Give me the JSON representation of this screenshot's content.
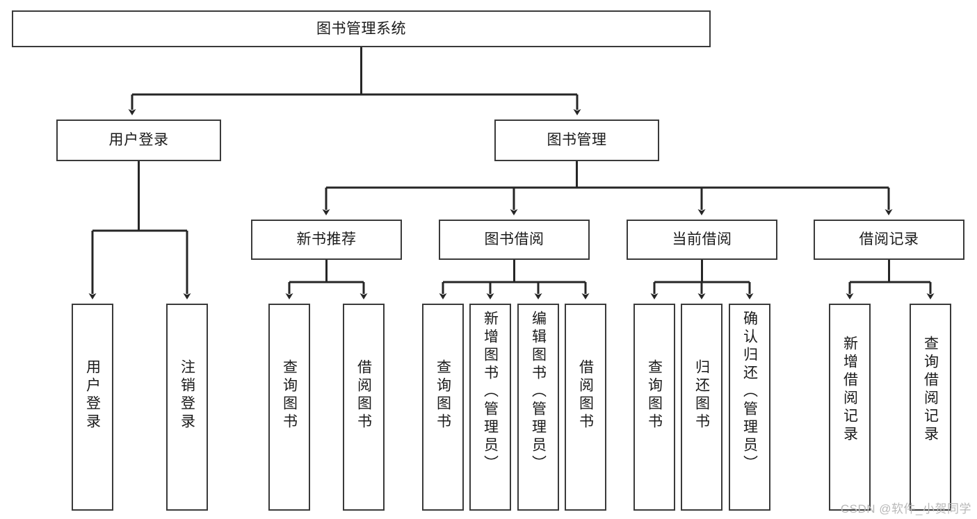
{
  "diagram": {
    "type": "tree-hierarchy-flowchart",
    "title": "图书管理系统",
    "orientation": "top-down",
    "box_fill": "#ffffff",
    "box_stroke": "#3a3a3a",
    "connector_stroke": "#262626",
    "background": "#ffffff"
  },
  "nodes": {
    "root": {
      "label": "图书管理系统",
      "level": 1,
      "text_direction": "horizontal"
    },
    "level2": [
      {
        "id": "user-login",
        "label": "用户登录",
        "text_direction": "horizontal"
      },
      {
        "id": "book-manage",
        "label": "图书管理",
        "text_direction": "horizontal"
      }
    ],
    "level3": [
      {
        "id": "new-book-recommend",
        "label": "新书推荐",
        "parent": "book-manage",
        "text_direction": "horizontal"
      },
      {
        "id": "book-borrow",
        "label": "图书借阅",
        "parent": "book-manage",
        "text_direction": "horizontal"
      },
      {
        "id": "current-borrow",
        "label": "当前借阅",
        "parent": "book-manage",
        "text_direction": "horizontal"
      },
      {
        "id": "borrow-record",
        "label": "借阅记录",
        "parent": "book-manage",
        "text_direction": "horizontal"
      }
    ],
    "leaves": [
      {
        "id": "leaf-user-login",
        "label": "用户登录",
        "parent": "user-login",
        "text_direction": "vertical"
      },
      {
        "id": "leaf-logout-login",
        "label": "注销登录",
        "parent": "user-login",
        "text_direction": "vertical"
      },
      {
        "id": "leaf-query-book-1",
        "label": "查询图书",
        "parent": "new-book-recommend",
        "text_direction": "vertical"
      },
      {
        "id": "leaf-borrow-book-1",
        "label": "借阅图书",
        "parent": "new-book-recommend",
        "text_direction": "vertical"
      },
      {
        "id": "leaf-query-book-2",
        "label": "查询图书",
        "parent": "book-borrow",
        "text_direction": "vertical"
      },
      {
        "id": "leaf-add-book",
        "label": "新增图书（管理员）",
        "parent": "book-borrow",
        "text_direction": "vertical"
      },
      {
        "id": "leaf-edit-book",
        "label": "编辑图书（管理员）",
        "parent": "book-borrow",
        "text_direction": "vertical"
      },
      {
        "id": "leaf-borrow-book-2",
        "label": "借阅图书",
        "parent": "book-borrow",
        "text_direction": "vertical"
      },
      {
        "id": "leaf-query-book-3",
        "label": "查询图书",
        "parent": "current-borrow",
        "text_direction": "vertical"
      },
      {
        "id": "leaf-return-book",
        "label": "归还图书",
        "parent": "current-borrow",
        "text_direction": "vertical"
      },
      {
        "id": "leaf-confirm-return",
        "label": "确认归还（管理员）",
        "parent": "current-borrow",
        "text_direction": "vertical"
      },
      {
        "id": "leaf-add-record",
        "label": "新增借阅记录",
        "parent": "borrow-record",
        "text_direction": "vertical"
      },
      {
        "id": "leaf-query-record",
        "label": "查询借阅记录",
        "parent": "borrow-record",
        "text_direction": "vertical"
      }
    ]
  },
  "watermark": {
    "text": "CSDN @软件_小贺同学"
  }
}
